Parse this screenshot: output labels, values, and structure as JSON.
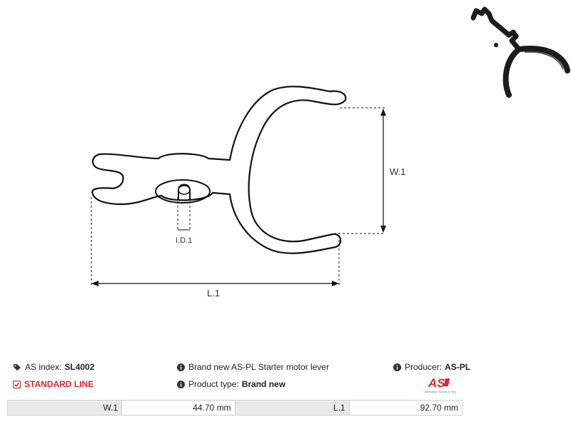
{
  "drawing": {
    "width_label": "W.1",
    "length_label": "L.1",
    "id_label": "I.D.1"
  },
  "info": {
    "as_index_label": "AS index:",
    "as_index_value": "SL4002",
    "standard_line": "STANDARD LINE",
    "description": "Brand new AS-PL Starter motor lever",
    "product_type_label": "Product type:",
    "product_type_value": "Brand new",
    "producer_label": "Producer:",
    "producer_value": "AS-PL"
  },
  "logo": {
    "mark": "AS",
    "tagline": "Alternators, Starters & Parts"
  },
  "specs": [
    {
      "key": "W.1",
      "value": "44.70 mm"
    },
    {
      "key": "L.1",
      "value": "92.70 mm"
    }
  ],
  "colors": {
    "accent_red": "#d9262f",
    "outline": "#111111",
    "table_key_bg": "#e9e9e9"
  }
}
